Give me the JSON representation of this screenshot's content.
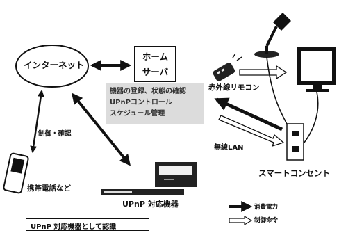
{
  "internet_label": "インターネット",
  "home_server": {
    "line1": "ホーム",
    "line2": "サーバ"
  },
  "server_functions": [
    "機器の登録、状態の確認",
    "UPnPコントロール",
    "スケジュール管理"
  ],
  "remote_label": "赤外線リモコン",
  "lan_label": "無線LAN",
  "outlet_label": "スマートコンセント",
  "control_label": "制御・確認",
  "phone_label": "携帯電話など",
  "upnp_devices_label": "UPnP 対応機器",
  "certification_label": "UPnP 対応機器として認識",
  "legend": {
    "power": "消費電力",
    "command": "制御命令"
  }
}
